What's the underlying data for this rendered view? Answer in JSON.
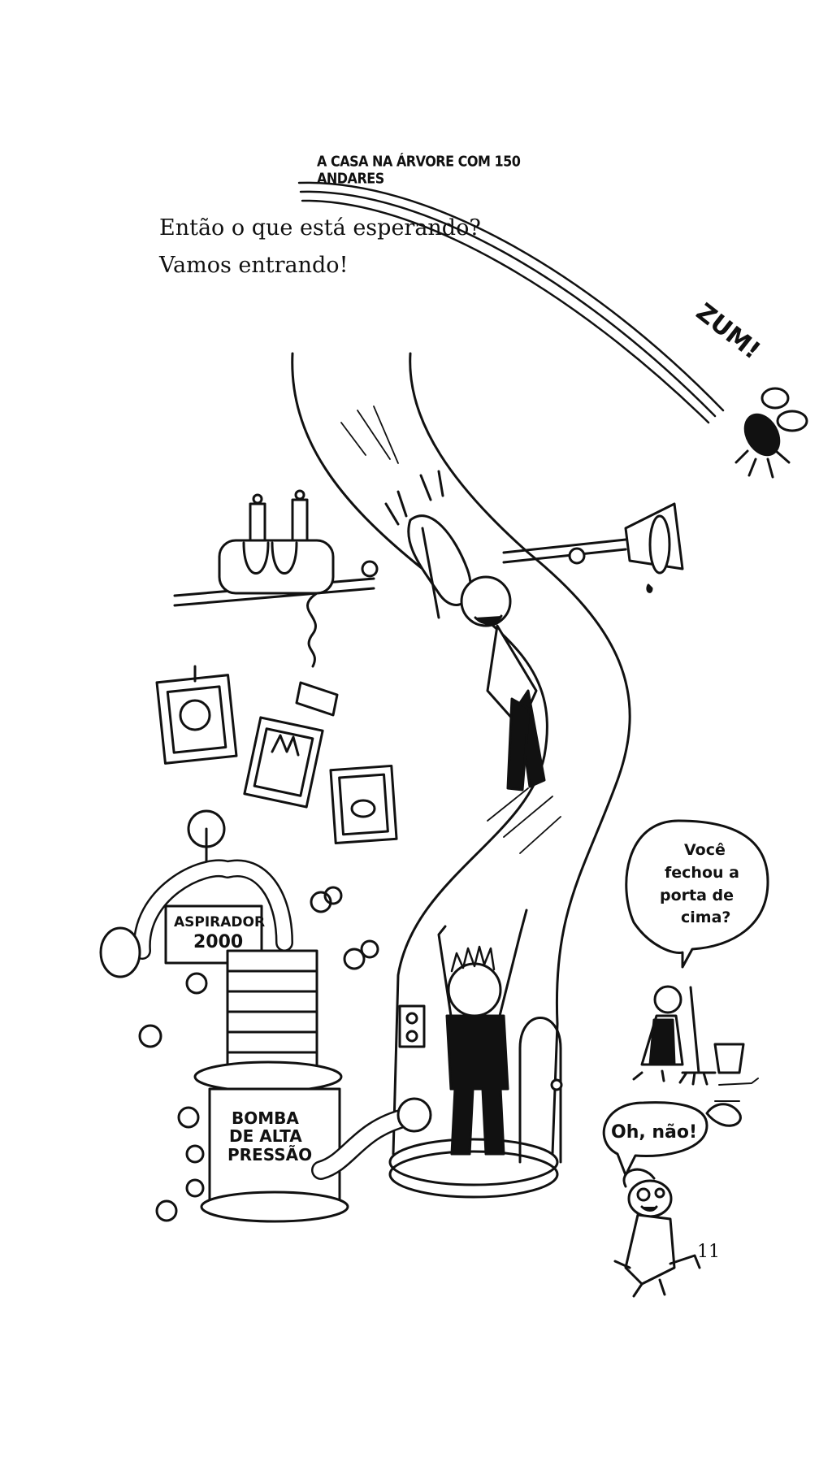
{
  "header": {
    "running_title": "A CASA NA ÁRVORE COM 150 ANDARES"
  },
  "body": {
    "line1": "Então o que está esperando?",
    "line2": "Vamos entrando!"
  },
  "illustration": {
    "sound_effect": "ZUM!",
    "vacuum_label_1": "ASPIRADOR",
    "vacuum_label_2": "2000",
    "pump_label_1": "BOMBA",
    "pump_label_2": "DE ALTA",
    "pump_label_3": "PRESSÃO",
    "speech_1_line1": "Você",
    "speech_1_line2": "fechou a",
    "speech_1_line3": "porta de",
    "speech_1_line4": "cima?",
    "speech_2": "Oh, não!"
  },
  "footer": {
    "page_number": "11"
  }
}
